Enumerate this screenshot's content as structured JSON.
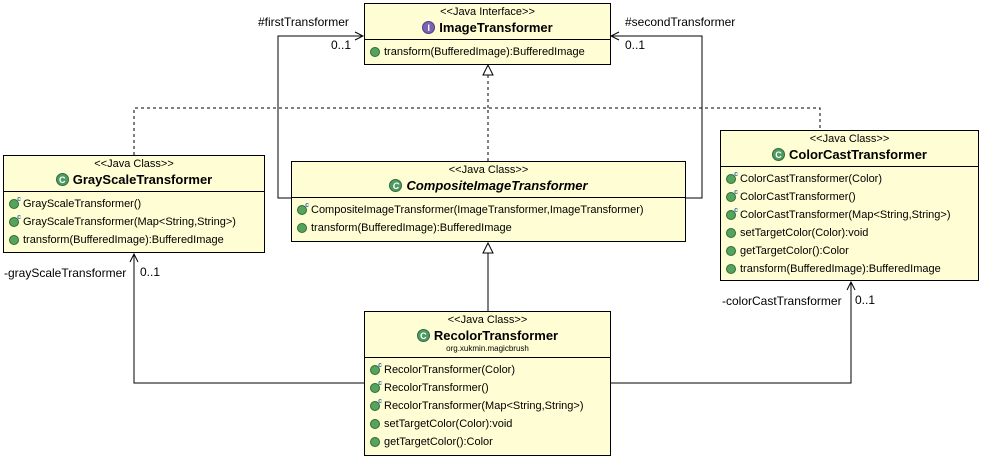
{
  "labels": {
    "first_role": "#firstTransformer",
    "first_mult": "0..1",
    "second_role": "#secondTransformer",
    "second_mult": "0..1",
    "gray_role": "-grayScaleTransformer",
    "gray_mult": "0..1",
    "color_role": "-colorCastTransformer",
    "color_mult": "0..1"
  },
  "image_transformer": {
    "stereotype": "<<Java Interface>>",
    "name": "ImageTransformer",
    "operations": [
      "transform(BufferedImage):BufferedImage"
    ]
  },
  "gray_scale_transformer": {
    "stereotype": "<<Java Class>>",
    "name": "GrayScaleTransformer",
    "operations": [
      "GrayScaleTransformer()",
      "GrayScaleTransformer(Map<String,String>)",
      "transform(BufferedImage):BufferedImage"
    ]
  },
  "composite_image_transformer": {
    "stereotype": "<<Java Class>>",
    "name": "CompositeImageTransformer",
    "operations": [
      "CompositeImageTransformer(ImageTransformer,ImageTransformer)",
      "transform(BufferedImage):BufferedImage"
    ]
  },
  "color_cast_transformer": {
    "stereotype": "<<Java Class>>",
    "name": "ColorCastTransformer",
    "operations": [
      "ColorCastTransformer(Color)",
      "ColorCastTransformer()",
      "ColorCastTransformer(Map<String,String>)",
      "setTargetColor(Color):void",
      "getTargetColor():Color",
      "transform(BufferedImage):BufferedImage"
    ]
  },
  "recolor_transformer": {
    "stereotype": "<<Java Class>>",
    "name": "RecolorTransformer",
    "package": "org.xukmin.magicbrush",
    "operations": [
      "RecolorTransformer(Color)",
      "RecolorTransformer()",
      "RecolorTransformer(Map<String,String>)",
      "setTargetColor(Color):void",
      "getTargetColor():Color"
    ]
  }
}
